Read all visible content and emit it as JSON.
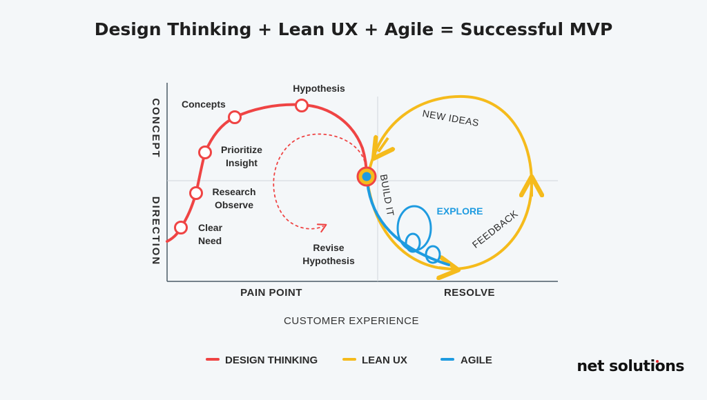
{
  "title": "Design Thinking + Lean UX + Agile = Successful MVP",
  "axes": {
    "y_top": "CONCEPT",
    "y_bottom": "DIRECTION",
    "x_left": "PAIN POINT",
    "x_right": "RESOLVE",
    "x_title": "CUSTOMER EXPERIENCE"
  },
  "design_thinking": {
    "steps": [
      {
        "line1": "Clear",
        "line2": "Need"
      },
      {
        "line1": "Research",
        "line2": "Observe"
      },
      {
        "line1": "Prioritize",
        "line2": "Insight"
      },
      {
        "line1": "Concepts",
        "line2": ""
      },
      {
        "line1": "Hypothesis",
        "line2": ""
      }
    ],
    "revise": {
      "line1": "Revise",
      "line2": "Hypothesis"
    }
  },
  "lean_ux": {
    "new_ideas": "NEW IDEAS",
    "build_it": "BUILD IT",
    "feedback": "FEEDBACK"
  },
  "agile": {
    "explore": "EXPLORE"
  },
  "legend": [
    {
      "label": "DESIGN THINKING",
      "color": "#ef4444"
    },
    {
      "label": "LEAN UX",
      "color": "#f5bb1c"
    },
    {
      "label": "AGILE",
      "color": "#1e9be0"
    }
  ],
  "brand": "net solutions",
  "colors": {
    "red": "#ef4444",
    "yellow": "#f5bb1c",
    "blue": "#1e9be0",
    "axis": "#4a5a66",
    "grid": "#cfd6db"
  }
}
